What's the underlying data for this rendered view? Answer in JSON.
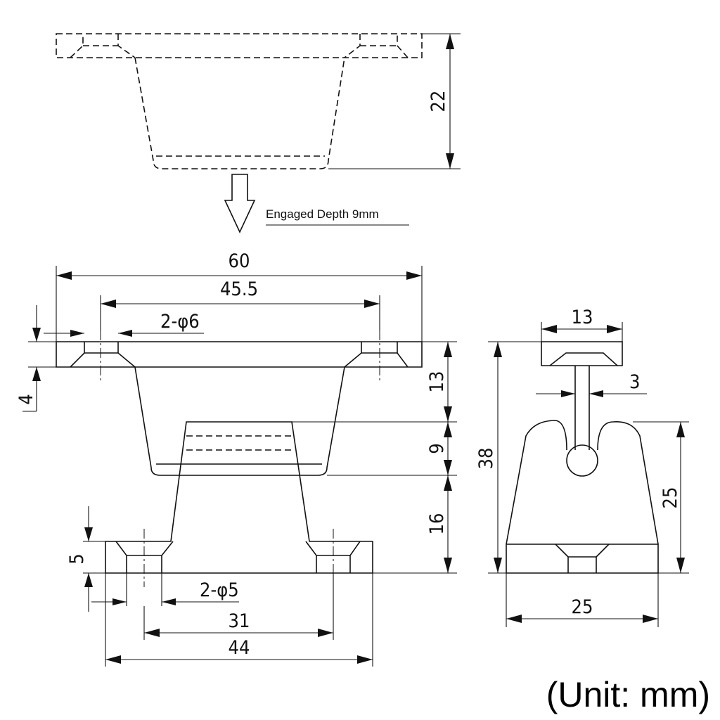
{
  "note": "Engaged Depth 9mm",
  "unit": "(Unit: mm)",
  "dimensions": {
    "top_height": "22",
    "overall_width": "60",
    "top_hole_spacing": "45.5",
    "top_holes": "2-φ6",
    "flange_thickness": "4",
    "upper_height": "13",
    "engaged": "9",
    "lower_height": "16",
    "base_thickness": "5",
    "bottom_holes": "2-φ5",
    "bottom_hole_spacing": "31",
    "base_width": "44",
    "side_top_width": "13",
    "slot_width": "3",
    "side_total_height": "38",
    "side_body_height": "25",
    "side_base_width": "25"
  }
}
